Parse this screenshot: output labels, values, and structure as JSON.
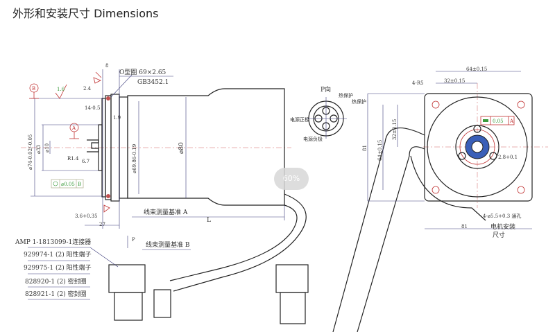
{
  "title": "外形和安装尺寸 Dimensions",
  "zoom_badge": "60%",
  "side_view": {
    "dim_8": "8",
    "oring": "O型圈 69×2.65",
    "oring_std": "GB3452.1",
    "dim_2_4": "2.4",
    "datum_b": "B",
    "datum_a": "A",
    "roughness": "1.6",
    "dim_14": "14-0.5",
    "dim_1_9": "1.9",
    "dim_74": "⌀74-0.02/-0.05",
    "dim_33": "⌀33",
    "dim_10": "⌀10",
    "dim_r14": "R1.4",
    "dim_6_7": "6.7",
    "tolerance_frame": "⌀0.05",
    "tolerance_ref": "B",
    "dim_69_86": "⌀69.86-0.19",
    "dim_80": "⌀80",
    "dim_3_6": "3.6+0.35",
    "dim_27": "27",
    "harness_ref_a": "线束测量基准 A",
    "dim_L": "L",
    "p_arrow": "P",
    "harness_ref_b": "线束测量基准 B"
  },
  "connector_view": {
    "title": "P向",
    "pin_labels": [
      "热保护",
      "热保护",
      "电源正极",
      "电源负极"
    ]
  },
  "parts_list": [
    "AMP  1-1813099-1连接器",
    "929974-1 (2) 阳性端子",
    "929975-1 (2) 阳性端子",
    "828920-1 (2) 密封圈",
    "828921-1 (2) 密封圈"
  ],
  "front_view": {
    "dim_64_top": "64±0.15",
    "dim_32_top": "32±0.15",
    "corner_radius": "4-R5",
    "dim_81_left": "81",
    "dim_64_left": "64±0.15",
    "dim_32_left": "32±0.15",
    "tolerance_frame": "0.05",
    "tolerance_ref": "A",
    "dim_2_8": "2.8+0.1",
    "holes": "4-⌀5.5+0.3 通孔",
    "dim_81_bottom": "81",
    "mount_label_1": "电机安装",
    "mount_label_2": "尺寸"
  }
}
